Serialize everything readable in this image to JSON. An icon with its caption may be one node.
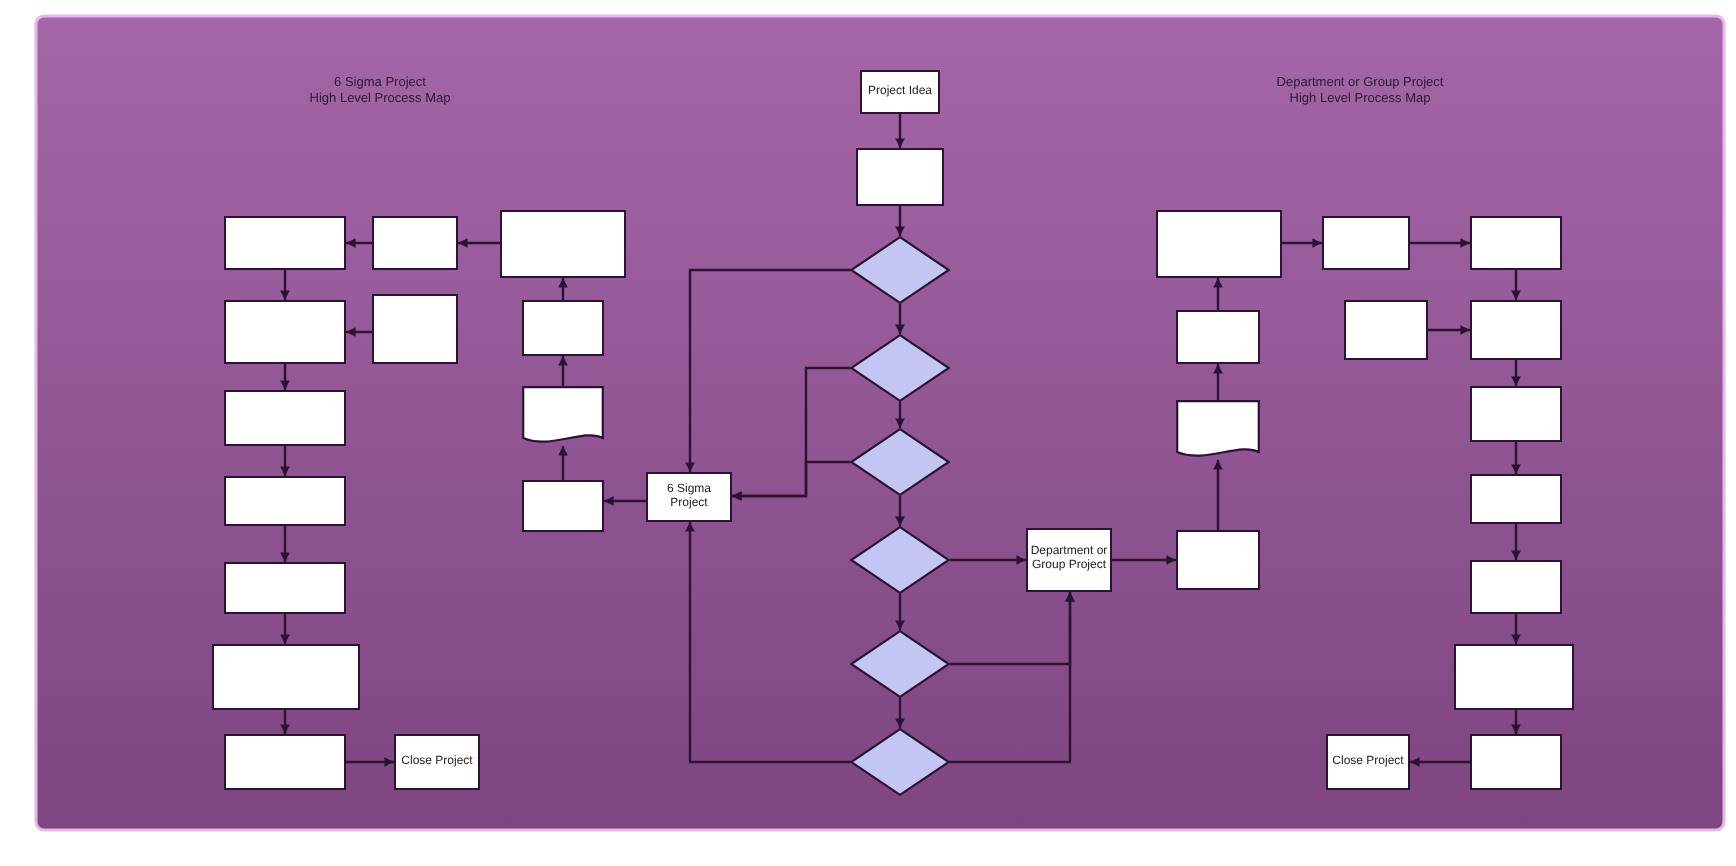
{
  "diagram": {
    "nodes": [
      {
        "text": [
          "Project Idea"
        ]
      },
      {
        "text": [],
        "shape": "box"
      },
      {
        "text": [],
        "shape": "diamond"
      },
      {
        "text": [],
        "shape": "diamond"
      },
      {
        "text": [],
        "shape": "diamond"
      },
      {
        "text": [],
        "shape": "diamond"
      },
      {
        "text": [],
        "shape": "diamond"
      },
      {
        "text": [],
        "shape": "diamond"
      },
      {
        "text": [
          "6 Sigma Project"
        ]
      },
      {
        "text": [
          "Department or Group Project"
        ]
      },
      {
        "text": [],
        "shape": "box"
      },
      {
        "text": [],
        "shape": "box"
      },
      {
        "text": [],
        "shape": "box"
      },
      {
        "text": [],
        "shape": "box"
      },
      {
        "text": [],
        "shape": "box"
      },
      {
        "text": [],
        "shape": "box"
      },
      {
        "text": [],
        "shape": "box"
      },
      {
        "text": [
          "Close Project"
        ]
      },
      {
        "text": [],
        "shape": "box"
      },
      {
        "text": [],
        "shape": "box"
      },
      {
        "text": [],
        "shape": "box"
      },
      {
        "text": [],
        "shape": "box"
      },
      {
        "text": [],
        "shape": "document"
      },
      {
        "text": [],
        "shape": "box"
      },
      {
        "text": [],
        "shape": "box"
      },
      {
        "text": [],
        "shape": "box"
      },
      {
        "text": [],
        "shape": "document"
      },
      {
        "text": [],
        "shape": "box"
      },
      {
        "text": [],
        "shape": "box"
      },
      {
        "text": [],
        "shape": "box"
      },
      {
        "text": [],
        "shape": "box"
      },
      {
        "text": [],
        "shape": "box"
      },
      {
        "text": [],
        "shape": "box"
      },
      {
        "text": [],
        "shape": "box"
      },
      {
        "text": [],
        "shape": "box"
      },
      {
        "text": [],
        "shape": "box"
      },
      {
        "text": [],
        "shape": "box"
      },
      {
        "text": [
          "Close Project"
        ]
      }
    ],
    "edges": [
      {
        "from": 0,
        "to": 1,
        "arrow": "to"
      },
      {
        "from": 1,
        "to": 2,
        "arrow": "to"
      },
      {
        "from": 2,
        "to": 3,
        "arrow": "to"
      },
      {
        "from": 3,
        "to": 4,
        "arrow": "to"
      },
      {
        "from": 4,
        "to": 5,
        "arrow": "to"
      },
      {
        "from": 5,
        "to": 6,
        "arrow": "to"
      },
      {
        "from": 6,
        "to": 7,
        "arrow": "to"
      },
      {
        "from": 2,
        "to": 8,
        "arrow": "to"
      },
      {
        "from": 3,
        "to": 8,
        "arrow": "to"
      },
      {
        "from": 4,
        "to": 8,
        "arrow": "to"
      },
      {
        "from": 5,
        "to": 9,
        "arrow": "to"
      },
      {
        "from": 6,
        "to": 9,
        "arrow": "to"
      },
      {
        "from": 7,
        "to": 9,
        "arrow": "to"
      },
      {
        "from": 7,
        "to": 8,
        "arrow": "to"
      },
      {
        "from": 8,
        "to": 23,
        "arrow": "to"
      },
      {
        "from": 23,
        "to": 22,
        "arrow": "to"
      },
      {
        "from": 22,
        "to": 21,
        "arrow": "to"
      },
      {
        "from": 21,
        "to": 20,
        "arrow": "to"
      },
      {
        "from": 20,
        "to": 18,
        "arrow": "to"
      },
      {
        "from": 18,
        "to": 10,
        "arrow": "to"
      },
      {
        "from": 10,
        "to": 11,
        "arrow": "to"
      },
      {
        "from": 19,
        "to": 11,
        "arrow": "to"
      },
      {
        "from": 11,
        "to": 12,
        "arrow": "to"
      },
      {
        "from": 12,
        "to": 13,
        "arrow": "to"
      },
      {
        "from": 13,
        "to": 14,
        "arrow": "to"
      },
      {
        "from": 14,
        "to": 15,
        "arrow": "to"
      },
      {
        "from": 15,
        "to": 16,
        "arrow": "to"
      },
      {
        "from": 16,
        "to": 17,
        "arrow": "to"
      },
      {
        "from": 9,
        "to": 27,
        "arrow": "to"
      },
      {
        "from": 27,
        "to": 26,
        "arrow": "to"
      },
      {
        "from": 26,
        "to": 25,
        "arrow": "to"
      },
      {
        "from": 25,
        "to": 24,
        "arrow": "to"
      },
      {
        "from": 24,
        "to": 28,
        "arrow": "to"
      },
      {
        "from": 28,
        "to": 30,
        "arrow": "to"
      },
      {
        "from": 30,
        "to": 31,
        "arrow": "to"
      },
      {
        "from": 29,
        "to": 31,
        "arrow": "to"
      },
      {
        "from": 31,
        "to": 32,
        "arrow": "to"
      },
      {
        "from": 32,
        "to": 33,
        "arrow": "to"
      },
      {
        "from": 33,
        "to": 34,
        "arrow": "to"
      },
      {
        "from": 34,
        "to": 35,
        "arrow": "to"
      },
      {
        "from": 35,
        "to": 36,
        "arrow": "to"
      },
      {
        "from": 36,
        "to": 37,
        "arrow": "to"
      }
    ],
    "labels": [
      "6 Sigma Project",
      "High Level Process Map",
      "Department or Group Project",
      "High Level Process Map"
    ]
  }
}
